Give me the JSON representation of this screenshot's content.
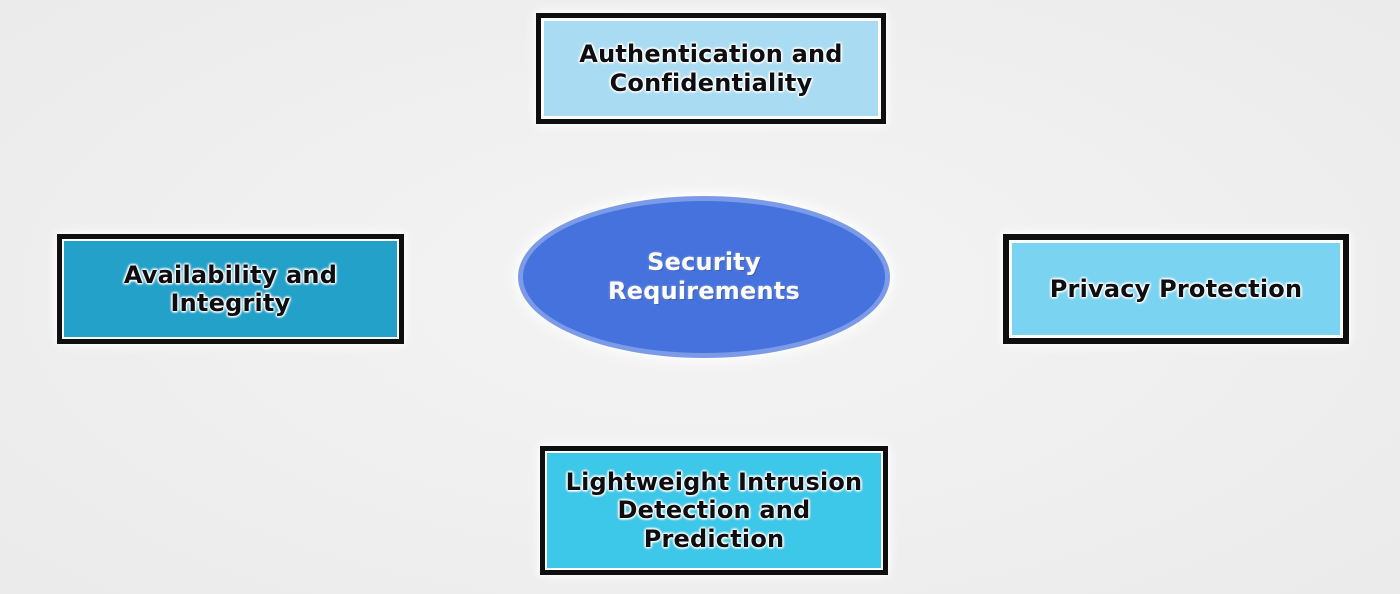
{
  "diagram": {
    "title": "Security Requirements",
    "type": "hub-and-spoke",
    "background_color": "#f1f1f1",
    "center": {
      "id": "security-requirements",
      "label": "Security\nRequirements",
      "shape": "ellipse",
      "fill_color": "#4672dd",
      "ring_color": "#7b9ae8",
      "text_color": "#ffffff"
    },
    "nodes": [
      {
        "id": "authentication-and-confidentiality",
        "position": "top",
        "label": "Authentication and\nConfidentiality",
        "shape": "rectangle",
        "fill_color": "#a9dcf2",
        "border_color": "#100f10",
        "text_color": "#0d0d12"
      },
      {
        "id": "availability-and-integrity",
        "position": "left",
        "label": "Availability and\nIntegrity",
        "shape": "rectangle",
        "fill_color": "#23a1c9",
        "border_color": "#100f10",
        "text_color": "#0d0d12"
      },
      {
        "id": "privacy-protection",
        "position": "right",
        "label": "Privacy Protection",
        "shape": "rectangle",
        "fill_color": "#7ad3f1",
        "border_color": "#100f10",
        "text_color": "#0d0d12"
      },
      {
        "id": "lightweight-intrusion-detection-and-prediction",
        "position": "bottom",
        "label": "Lightweight Intrusion\nDetection and\nPrediction",
        "shape": "rectangle",
        "fill_color": "#3dc7e8",
        "border_color": "#100f10",
        "text_color": "#0d0d12"
      }
    ]
  }
}
